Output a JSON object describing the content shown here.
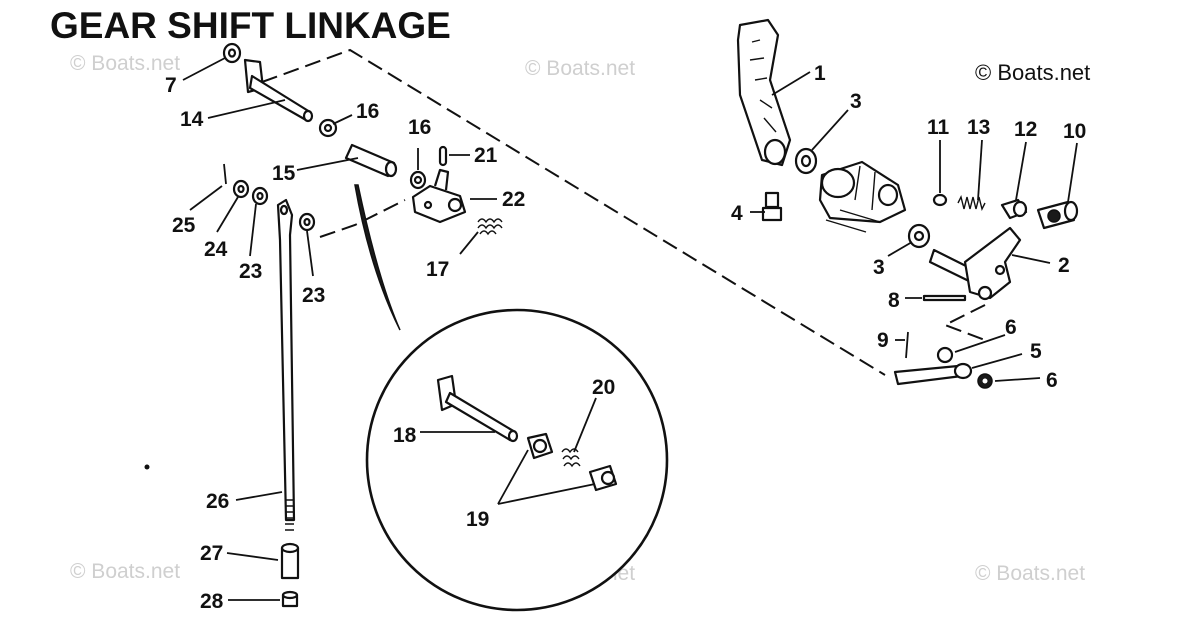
{
  "title": "GEAR SHIFT LINKAGE",
  "copyright": "© Boats.net",
  "watermark": "© Boats.net",
  "callouts": {
    "c1": "1",
    "c2": "2",
    "c3a": "3",
    "c3b": "3",
    "c4": "4",
    "c5": "5",
    "c6a": "6",
    "c6b": "6",
    "c7": "7",
    "c8": "8",
    "c9": "9",
    "c10": "10",
    "c11": "11",
    "c12": "12",
    "c13": "13",
    "c14": "14",
    "c15": "15",
    "c16a": "16",
    "c16b": "16",
    "c17": "17",
    "c18": "18",
    "c19": "19",
    "c20": "20",
    "c21": "21",
    "c22": "22",
    "c23a": "23",
    "c23b": "23",
    "c24": "24",
    "c25": "25",
    "c26": "26",
    "c27": "27",
    "c28": "28"
  }
}
